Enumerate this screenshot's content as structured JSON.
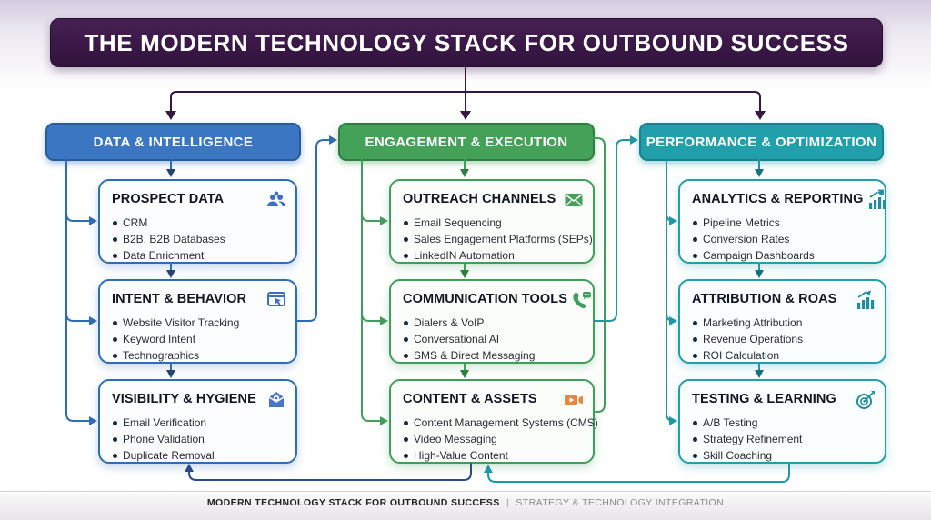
{
  "page": {
    "title": "THE MODERN TECHNOLOGY STACK FOR OUTBOUND SUCCESS",
    "footer": {
      "primary": "MODERN TECHNOLOGY STACK FOR OUTBOUND SUCCESS",
      "separator": "|",
      "secondary": "STRATEGY & TECHNOLOGY INTEGRATION"
    }
  },
  "colors": {
    "banner_purple": "#371643",
    "arrow_purple": "#33183f",
    "blue": "#3a76c2",
    "green": "#43a158",
    "teal": "#219fab",
    "orange": "#e8873a",
    "feedback_blue": "#2a4a8f"
  },
  "columns": [
    {
      "id": "data-intelligence",
      "label": "DATA & INTELLIGENCE",
      "accent": "#3a76c2",
      "boxes": [
        {
          "title": "PROSPECT DATA",
          "icon": "team-icon",
          "items": [
            "CRM",
            "B2B, B2B Databases",
            "Data Enrichment"
          ]
        },
        {
          "title": "INTENT & BEHAVIOR",
          "icon": "browser-cursor-icon",
          "items": [
            "Website Visitor Tracking",
            "Keyword Intent",
            "Technographics"
          ]
        },
        {
          "title": "VISIBILITY & HYGIENE",
          "icon": "envelope-gear-icon",
          "items": [
            "Email Verification",
            "Phone Validation",
            "Duplicate Removal"
          ]
        }
      ]
    },
    {
      "id": "engagement-execution",
      "label": "ENGAGEMENT & EXECUTION",
      "accent": "#43a158",
      "boxes": [
        {
          "title": "OUTREACH CHANNELS",
          "icon": "envelope-icon",
          "items": [
            "Email Sequencing",
            "Sales Engagement Platforms (SEPs)",
            "LinkedIN Automation"
          ]
        },
        {
          "title": "COMMUNICATION TOOLS",
          "icon": "phone-chat-icon",
          "items": [
            "Dialers & VoIP",
            "Conversational AI",
            "SMS & Direct Messaging"
          ]
        },
        {
          "title": "CONTENT & ASSETS",
          "icon": "video-camera-icon",
          "items": [
            "Content Management Systems (CMS)",
            "Video Messaging",
            "High-Value Content"
          ]
        }
      ]
    },
    {
      "id": "performance-optimization",
      "label": "PERFORMANCE & OPTIMIZATION",
      "accent": "#219fab",
      "boxes": [
        {
          "title": "ANALYTICS & REPORTING",
          "icon": "bar-chart-trend-icon",
          "items": [
            "Pipeline Metrics",
            "Conversion Rates",
            "Campaign Dashboards"
          ]
        },
        {
          "title": "ATTRIBUTION & ROAS",
          "icon": "bar-chart-trend-icon",
          "items": [
            "Marketing Attribution",
            "Revenue Operations",
            "ROI Calculation"
          ]
        },
        {
          "title": "TESTING & LEARNING",
          "icon": "target-dart-icon",
          "items": [
            "A/B Testing",
            "Strategy Refinement",
            "Skill Coaching"
          ]
        }
      ]
    }
  ]
}
